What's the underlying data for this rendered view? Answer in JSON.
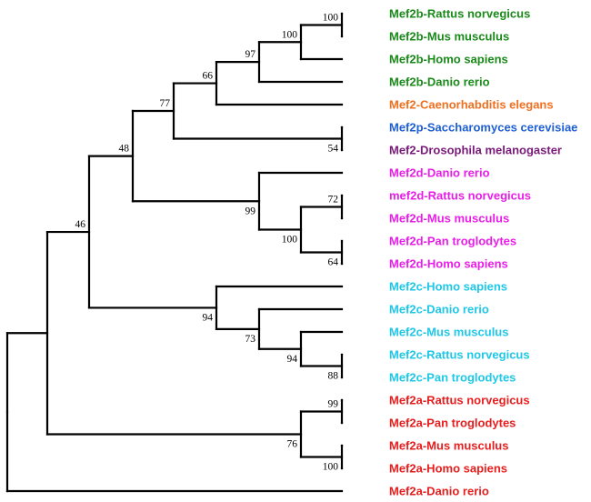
{
  "colors": {
    "mef2b": "#1a8a1a",
    "mef2_ce": "#f07020",
    "mef2p": "#1f5fd6",
    "mef2_dm": "#7a1a7a",
    "mef2d": "#e81ee8",
    "mef2c": "#1ec8e8",
    "mef2a": "#e81e1e"
  },
  "taxa": [
    {
      "label": "Mef2b-Rattus norvegicus",
      "group": "mef2b"
    },
    {
      "label": "Mef2b-Mus musculus",
      "group": "mef2b"
    },
    {
      "label": "Mef2b-Homo sapiens",
      "group": "mef2b"
    },
    {
      "label": "Mef2b-Danio rerio",
      "group": "mef2b"
    },
    {
      "label": "Mef2-Caenorhabditis elegans",
      "group": "mef2_ce"
    },
    {
      "label": "Mef2p-Saccharomyces cerevisiae",
      "group": "mef2p"
    },
    {
      "label": "Mef2-Drosophila melanogaster",
      "group": "mef2_dm"
    },
    {
      "label": "Mef2d-Danio rerio",
      "group": "mef2d"
    },
    {
      "label": "mef2d-Rattus norvegicus",
      "group": "mef2d"
    },
    {
      "label": "Mef2d-Mus musculus",
      "group": "mef2d"
    },
    {
      "label": "Mef2d-Pan troglodytes",
      "group": "mef2d"
    },
    {
      "label": "Mef2d-Homo sapiens",
      "group": "mef2d"
    },
    {
      "label": "Mef2c-Homo sapiens",
      "group": "mef2c"
    },
    {
      "label": "Mef2c-Danio rerio",
      "group": "mef2c"
    },
    {
      "label": "Mef2c-Mus musculus",
      "group": "mef2c"
    },
    {
      "label": "Mef2c-Rattus norvegicus",
      "group": "mef2c"
    },
    {
      "label": "Mef2c-Pan troglodytes",
      "group": "mef2c"
    },
    {
      "label": "Mef2a-Rattus norvegicus",
      "group": "mef2a"
    },
    {
      "label": "Mef2a-Pan troglodytes",
      "group": "mef2a"
    },
    {
      "label": "Mef2a-Mus musculus",
      "group": "mef2a"
    },
    {
      "label": "Mef2a-Homo sapiens",
      "group": "mef2a"
    },
    {
      "label": "Mef2a-Danio rerio",
      "group": "mef2a"
    }
  ],
  "bootstrap": [
    "100",
    "100",
    "97",
    "66",
    "77",
    "54",
    "48",
    "72",
    "100",
    "64",
    "99",
    "46",
    "88",
    "94",
    "73",
    "94",
    "99",
    "100",
    "76"
  ]
}
